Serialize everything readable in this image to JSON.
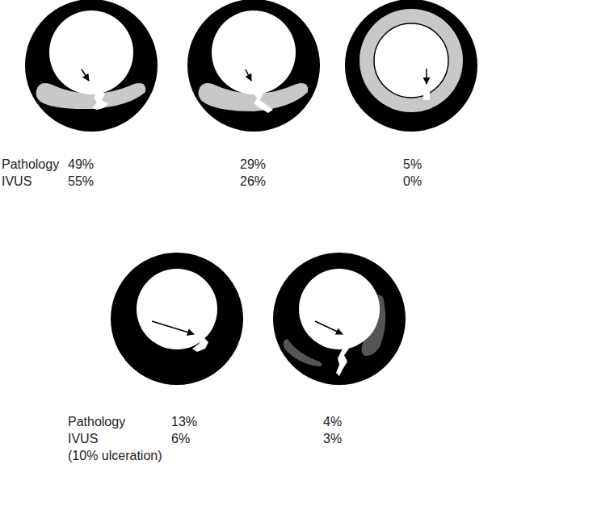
{
  "diagram": {
    "labels": [
      "Pathology",
      "49%",
      "29%",
      "5%",
      "IVUS",
      "55%",
      "26%",
      "0%",
      "Pathology",
      "13%",
      "4%",
      "IVUS",
      "6%",
      "3%",
      "(10% ulceration)"
    ]
  }
}
